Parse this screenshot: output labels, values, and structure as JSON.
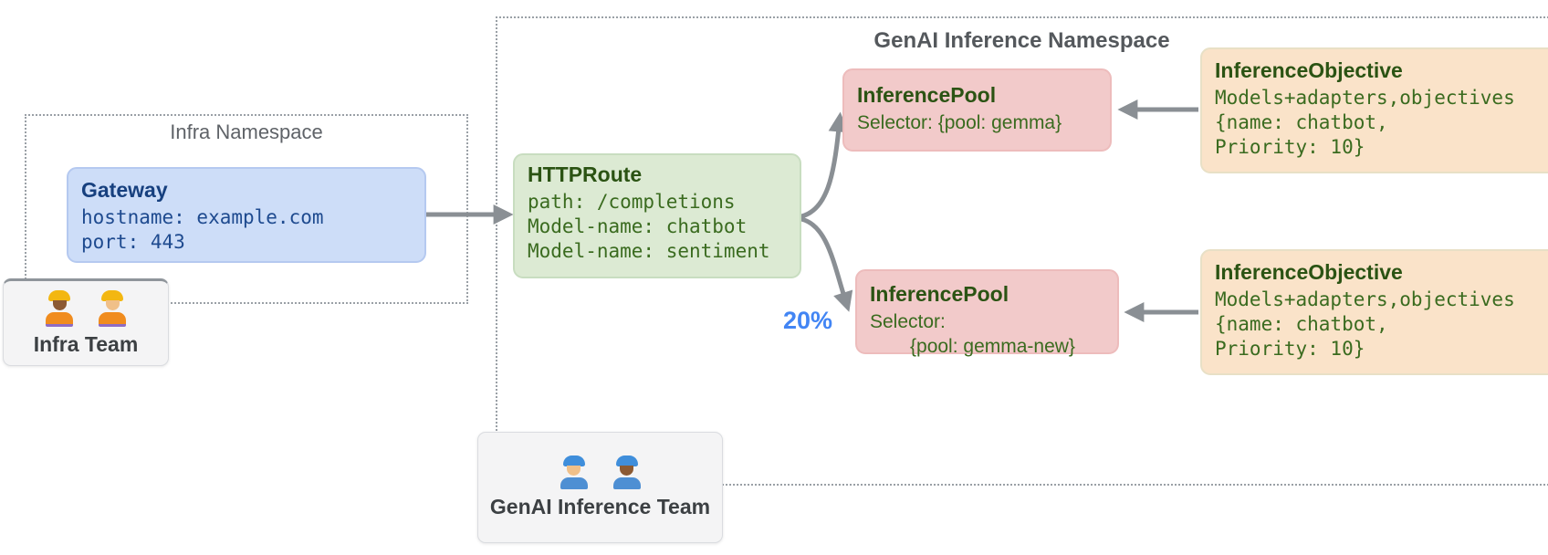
{
  "diagram": {
    "namespaces": {
      "infra": {
        "label": "Infra Namespace"
      },
      "genai": {
        "label": "GenAI Inference Namespace"
      }
    },
    "nodes": {
      "gateway": {
        "title": "Gateway",
        "lines": [
          "hostname: example.com",
          "port: 443"
        ]
      },
      "httproute": {
        "title": "HTTPRoute",
        "lines": [
          "path: /completions",
          "Model-name: chatbot",
          "Model-name: sentiment"
        ]
      },
      "inference_pool_gemma": {
        "title": "InferencePool",
        "lines": [
          "Selector: {pool: gemma}"
        ]
      },
      "inference_pool_gemma_new": {
        "title": "InferencePool",
        "lines": [
          "Selector:",
          "{pool: gemma-new}"
        ]
      },
      "inference_objective_top": {
        "title": "InferenceObjective",
        "lines": [
          "Models+adapters,objectives",
          "{name: chatbot,",
          "Priority: 10}"
        ]
      },
      "inference_objective_bottom": {
        "title": "InferenceObjective",
        "lines": [
          "Models+adapters,objectives",
          "{name: chatbot,",
          "Priority: 10}"
        ]
      }
    },
    "teams": {
      "infra": {
        "label": "Infra Team",
        "icons": [
          "woman-construction-worker-emoji",
          "man-construction-worker-emoji"
        ]
      },
      "genai": {
        "label": "GenAI Inference Team",
        "icons": [
          "woman-mechanic-emoji",
          "man-mechanic-emoji"
        ]
      }
    },
    "annotations": {
      "traffic_split": "20%"
    },
    "colors": {
      "gateway_fill": "#cdddf8",
      "httproute_fill": "#dcead3",
      "inference_pool_fill": "#f2caca",
      "inference_objective_fill": "#fae3c9",
      "arrow": "#8a8f94",
      "traffic_split_text": "#4285f4",
      "namespace_border": "#9aa0a6",
      "green_text": "#2b5313",
      "blue_text": "#17407f"
    }
  }
}
